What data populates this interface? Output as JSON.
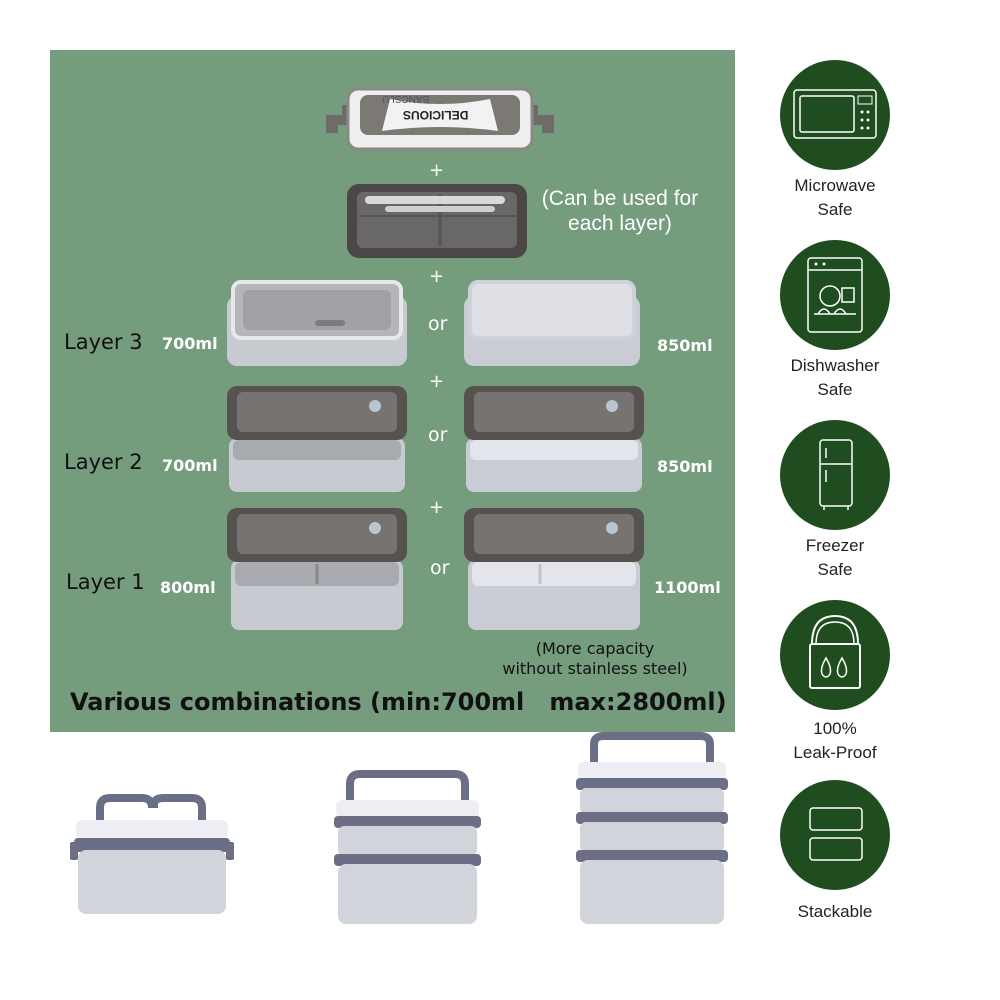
{
  "colors": {
    "panel_bg": "#749c7d",
    "badge_bg": "#1f4d1f",
    "lid_dark": "#6e6b68",
    "box_light": "#d2d4dc"
  },
  "lid": {
    "brand_small": "BANCSLU",
    "brand_large": "DELICIOUS"
  },
  "plus_sign": "+",
  "or_text": "or",
  "utensil_note": {
    "line1": "(Can be used for",
    "line2": "each layer)"
  },
  "layers": [
    {
      "label": "Layer 3",
      "left_capacity": "700ml",
      "right_capacity": "850ml"
    },
    {
      "label": "Layer 2",
      "left_capacity": "700ml",
      "right_capacity": "850ml"
    },
    {
      "label": "Layer 1",
      "left_capacity": "800ml",
      "right_capacity": "1100ml"
    }
  ],
  "capacity_note": {
    "line1": "(More capacity",
    "line2": "without stainless steel)"
  },
  "combinations_text": "Various combinations (min:700ml   max:2800ml)",
  "features": [
    {
      "icon": "microwave-icon",
      "line1": "Microwave",
      "line2": "Safe"
    },
    {
      "icon": "dishwasher-icon",
      "line1": "Dishwasher",
      "line2": "Safe"
    },
    {
      "icon": "fridge-icon",
      "line1": "Freezer",
      "line2": "Safe"
    },
    {
      "icon": "leak-proof-icon",
      "line1": "100%",
      "line2": "Leak-Proof"
    },
    {
      "icon": "stack-icon",
      "line1": "Stackable",
      "line2": ""
    }
  ]
}
